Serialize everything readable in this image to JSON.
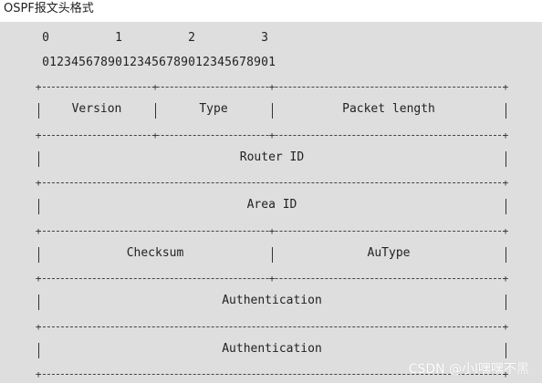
{
  "title": "OSPF报文头格式",
  "diagram": {
    "tens_digits": [
      "0",
      "1",
      "2",
      "3"
    ],
    "bit_digits": [
      "0",
      "1",
      "2",
      "3",
      "4",
      "5",
      "6",
      "7",
      "8",
      "9",
      "0",
      "1",
      "2",
      "3",
      "4",
      "5",
      "6",
      "7",
      "8",
      "9",
      "0",
      "1",
      "2",
      "3",
      "4",
      "5",
      "6",
      "7",
      "8",
      "9",
      "0",
      "1"
    ],
    "rows": [
      {
        "fields": [
          {
            "label": "Version",
            "bits": 8
          },
          {
            "label": "Type",
            "bits": 8
          },
          {
            "label": "Packet length",
            "bits": 16
          }
        ]
      },
      {
        "fields": [
          {
            "label": "Router ID",
            "bits": 32
          }
        ]
      },
      {
        "fields": [
          {
            "label": "Area ID",
            "bits": 32
          }
        ]
      },
      {
        "fields": [
          {
            "label": "Checksum",
            "bits": 16
          },
          {
            "label": "AuType",
            "bits": 16
          }
        ]
      },
      {
        "fields": [
          {
            "label": "Authentication",
            "bits": 32
          }
        ]
      },
      {
        "fields": [
          {
            "label": "Authentication",
            "bits": 32
          }
        ]
      }
    ]
  },
  "watermark": "CSDN @小l嘿嘿不黑"
}
